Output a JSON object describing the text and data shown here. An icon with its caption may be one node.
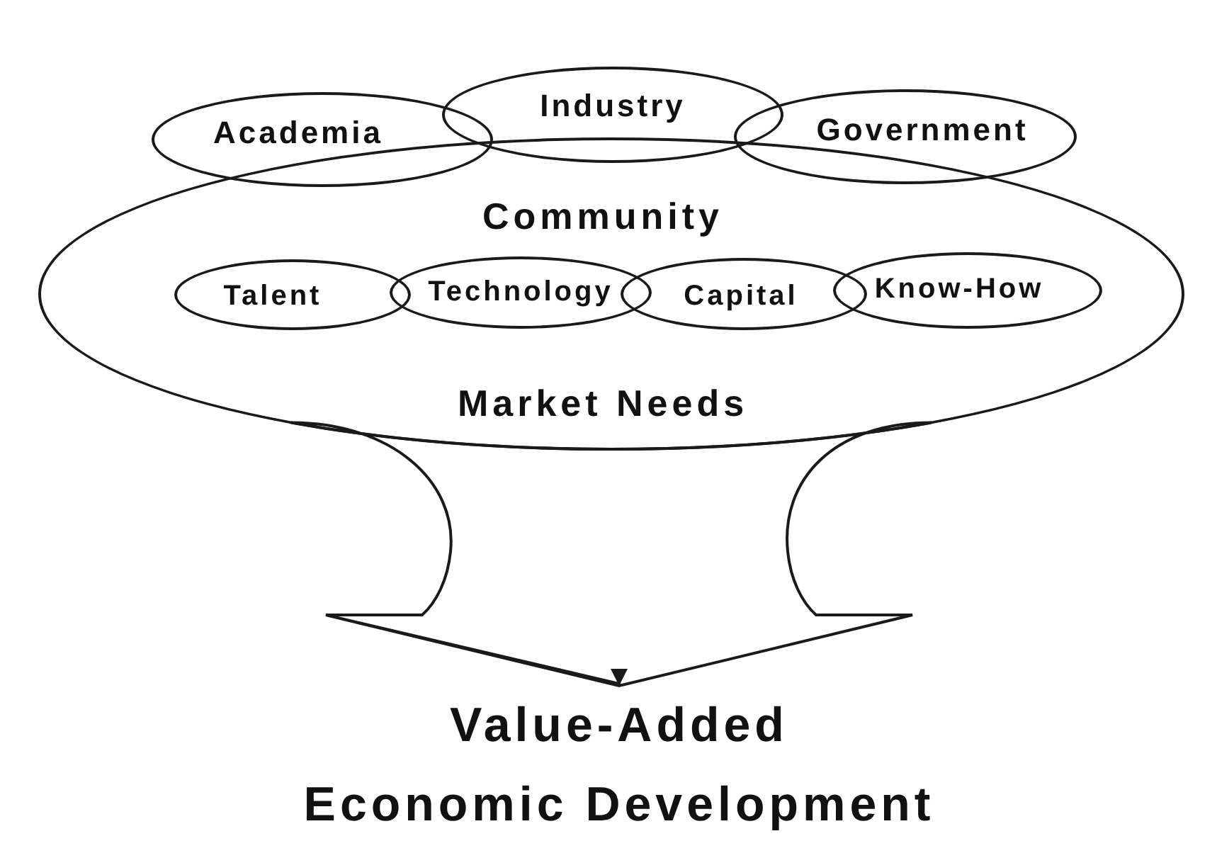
{
  "diagram": {
    "nodes": [
      {
        "text": [
          "Academia"
        ]
      },
      {
        "text": [
          "Industry"
        ]
      },
      {
        "text": [
          "Government"
        ]
      },
      {
        "text": [
          "Community",
          "Market Needs"
        ]
      },
      {
        "text": [
          "Talent"
        ],
        "in": 3
      },
      {
        "text": [
          "Technology"
        ],
        "in": 3
      },
      {
        "text": [
          "Capital"
        ],
        "in": 3
      },
      {
        "text": [
          "Know-How"
        ],
        "in": 3
      },
      {
        "text": [
          "Value-Added Economic Development"
        ]
      }
    ],
    "edges": [
      {
        "from": 3,
        "to": 8,
        "arrow": "to"
      }
    ]
  }
}
